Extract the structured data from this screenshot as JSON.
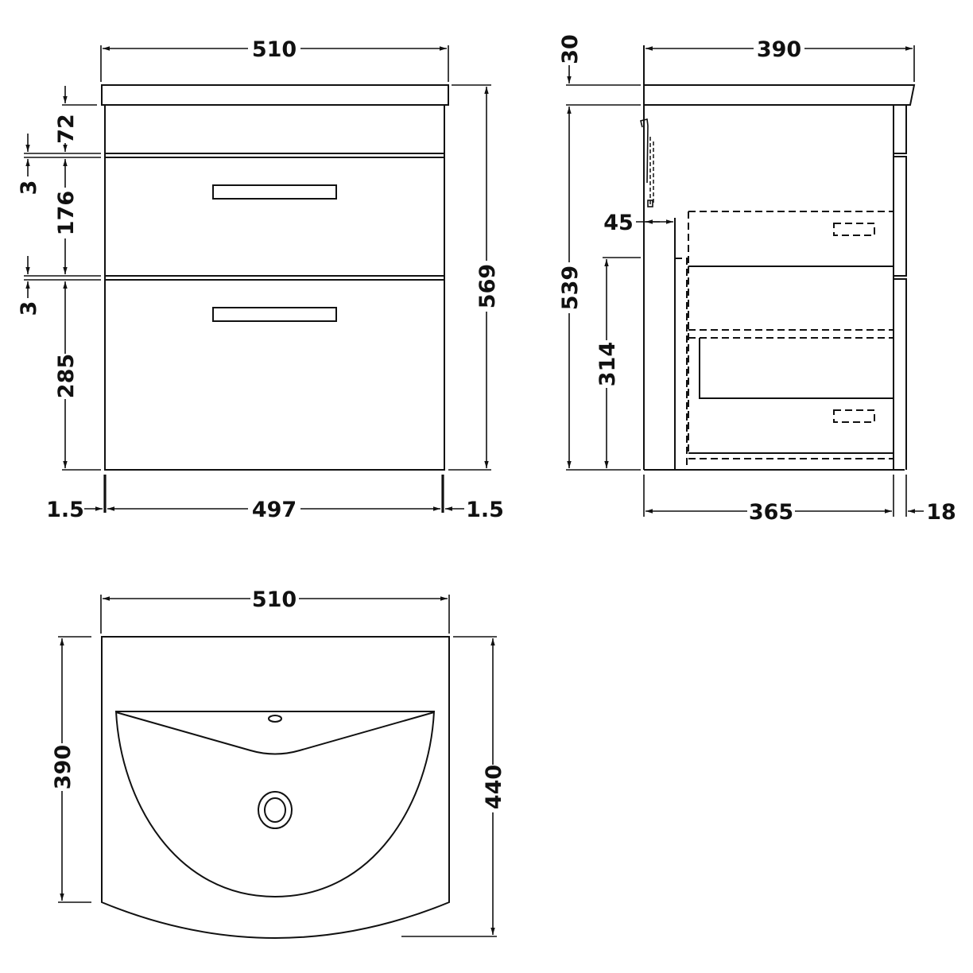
{
  "drawing": {
    "units": "mm",
    "views": {
      "front": {
        "dimensions": {
          "overall_width": "510",
          "overall_height": "569",
          "top_section": "72",
          "gap_1": "3",
          "upper_drawer": "176",
          "gap_2": "3",
          "lower_drawer": "285",
          "inner_width": "497",
          "left_offset": "1.5",
          "right_offset": "1.5"
        }
      },
      "side": {
        "dimensions": {
          "depth": "390",
          "top_thickness": "30",
          "body_height": "539",
          "wall_gap": "45",
          "lower_height": "314",
          "carcass_depth": "365",
          "front_thickness": "18"
        }
      },
      "top": {
        "dimensions": {
          "width": "510",
          "side_depth": "390",
          "center_depth": "440"
        }
      }
    },
    "colors": {
      "line": "#111111",
      "background": "#ffffff"
    }
  }
}
